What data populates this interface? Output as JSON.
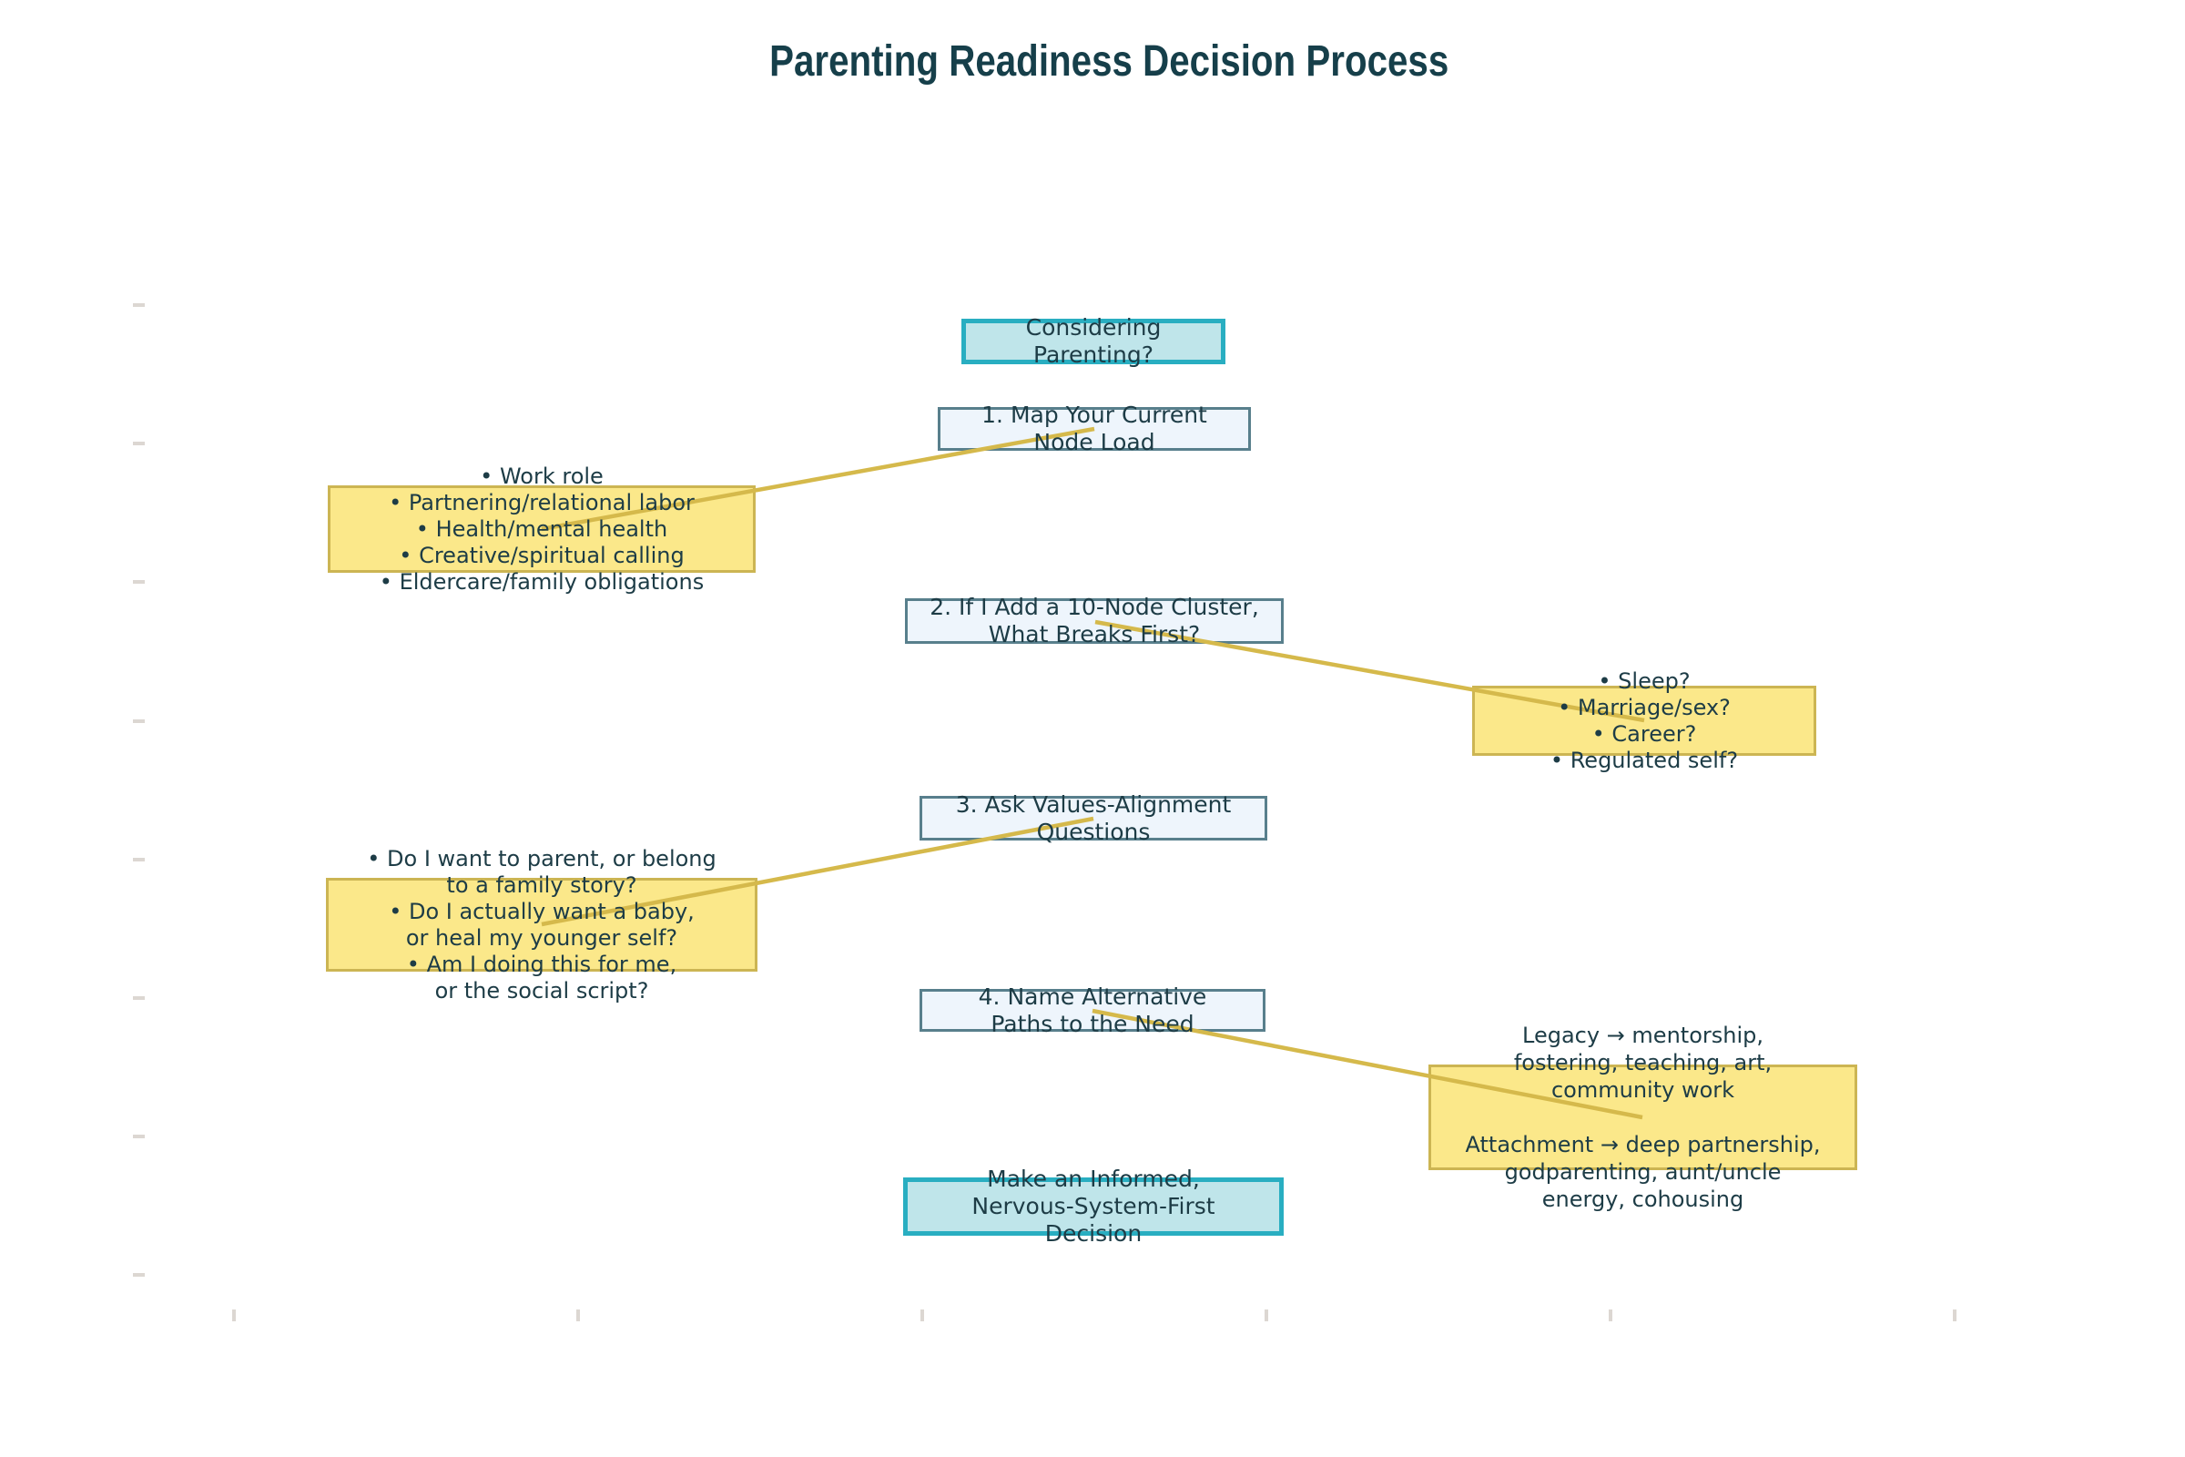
{
  "title": "Parenting Readiness Decision Process",
  "nodes": {
    "start": "Considering\nParenting?",
    "step1": "1. Map Your Current\nNode Load",
    "step2": "2. If I Add a 10-Node Cluster,\nWhat Breaks First?",
    "step3": "3. Ask Values-Alignment\nQuestions",
    "step4": "4. Name Alternative\nPaths to the Need",
    "end": "Make an Informed,\nNervous-System-First\nDecision"
  },
  "notes": {
    "note1": "• Work role\n• Partnering/relational labor\n• Health/mental health\n• Creative/spiritual calling\n• Eldercare/family obligations",
    "note2": "• Sleep?\n• Marriage/sex?\n• Career?\n• Regulated self?",
    "note3": "• Do I want to parent, or belong\nto a family story?\n• Do I actually want a baby,\nor heal my younger self?\n• Am I doing this for me,\nor the social script?",
    "note4": "Legacy → mentorship,\nfostering, teaching, art,\ncommunity work\n\nAttachment → deep partnership,\ngodparenting, aunt/uncle\nenergy, cohousing"
  },
  "colors": {
    "accent_teal": "#29aec1",
    "teal_fill": "#bfe5ea",
    "step_fill": "#eef5fc",
    "step_border": "#587f8c",
    "note_fill": "#fbe88a",
    "note_border": "#ccb553",
    "connector": "#d5b94b",
    "text": "#1d3c46",
    "title": "#163f4a"
  }
}
